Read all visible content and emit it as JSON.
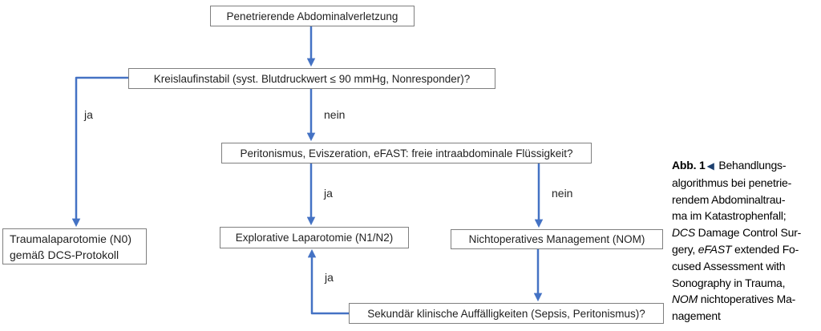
{
  "figure": {
    "nodes": {
      "start": {
        "label": "Penetrierende Abdominalverletzung"
      },
      "instability": {
        "label": "Kreislaufinstabil (syst. Blutdruckwert ≤ 90 mmHg, Nonresponder)?"
      },
      "peritonism": {
        "label": "Peritonismus, Eviszeration, eFAST: freie intraabdominale Flüssigkeit?"
      },
      "trauma_laparotomy": {
        "label": "Traumalaparotomie (N0)\ngemäß DCS-Protokoll"
      },
      "explorative_laparotomy": {
        "label": "Explorative Laparotomie (N1/N2)"
      },
      "nom": {
        "label": "Nichtoperatives Management (NOM)"
      },
      "secondary_findings": {
        "label": "Sekundär klinische Auffälligkeiten (Sepsis, Peritonismus)?"
      }
    },
    "edge_labels": {
      "instability_yes": "ja",
      "instability_no": "nein",
      "peritonism_yes": "ja",
      "peritonism_no": "nein",
      "secondary_yes": "ja"
    },
    "colors": {
      "arrow": "#4472C4",
      "box_border": "#7f7f7f",
      "caption_marker": "#1c3f6e"
    }
  },
  "caption": {
    "label": "Abb. 1",
    "marker": "◀",
    "line1_rest": " Behandlungs-",
    "line2": "algorithmus bei penetrie-",
    "line3": "rendem Abdominaltrau-",
    "line4": "ma im Katastrophenfall;",
    "line5_abbr": "DCS",
    "line5_rest": " Damage Control Sur-",
    "line6_a": "gery, ",
    "line6_abbr": "eFAST",
    "line6_b": " extended Fo-",
    "line7": "cused Assessment with",
    "line8": "Sonography in Trauma,",
    "line9_abbr": "NOM",
    "line9_rest": " nichtoperatives Ma-",
    "line10": "nagement"
  }
}
